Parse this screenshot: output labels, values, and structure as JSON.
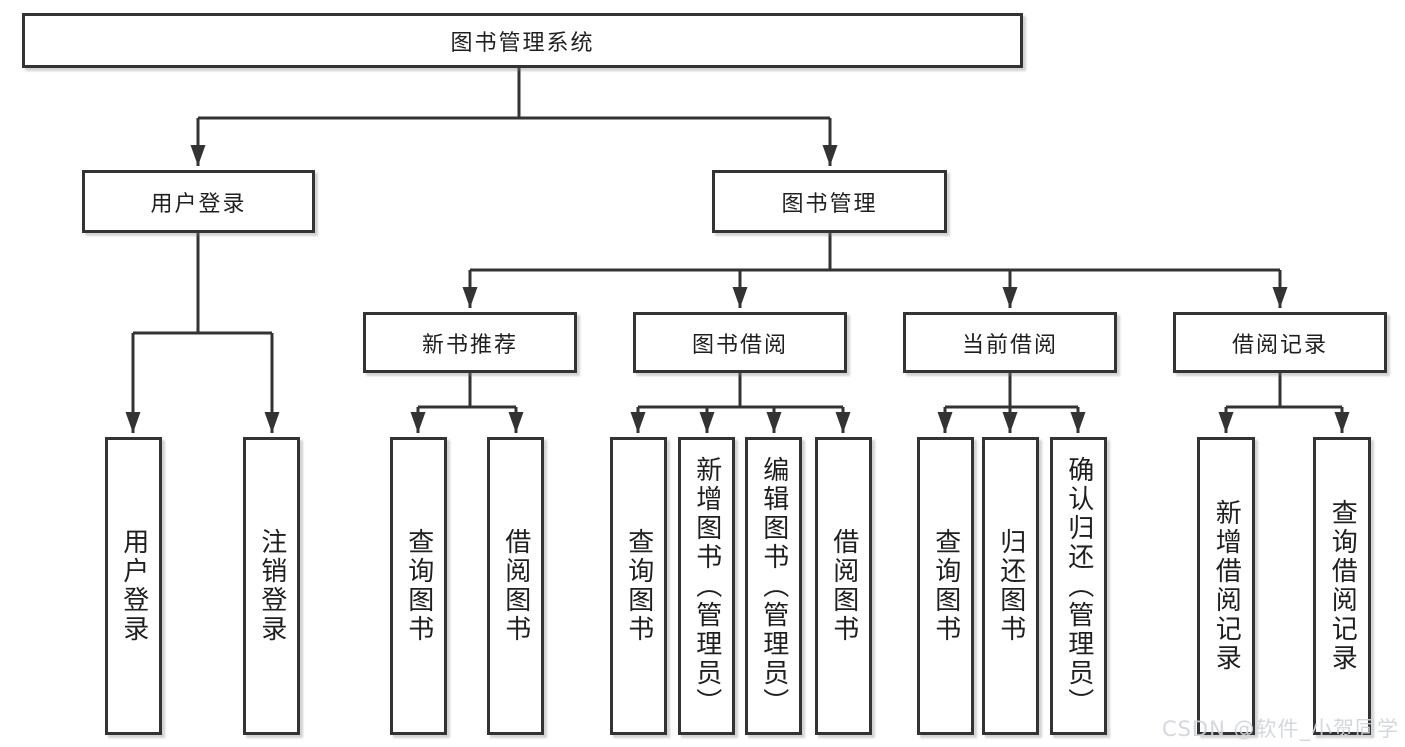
{
  "diagram": {
    "root": "图书管理系统",
    "level2": {
      "user_login": "用户登录",
      "book_management": "图书管理"
    },
    "level3": {
      "new_book_recommend": "新书推荐",
      "book_borrow": "图书借阅",
      "current_borrow": "当前借阅",
      "borrow_records": "借阅记录"
    },
    "leaves": {
      "user_login": [
        "用户登录",
        "注销登录"
      ],
      "new_book_recommend": [
        "查询图书",
        "借阅图书"
      ],
      "book_borrow": [
        "查询图书",
        "新增图书（管理员）",
        "编辑图书（管理员）",
        "借阅图书"
      ],
      "current_borrow": [
        "查询图书",
        "归还图书",
        "确认归还（管理员）"
      ],
      "borrow_records": [
        "新增借阅记录",
        "查询借阅记录"
      ]
    },
    "colors": {
      "line": "#333333",
      "text": "#1f1f1f",
      "background": "#ffffff"
    }
  },
  "watermark": "CSDN @软件_小贺同学"
}
